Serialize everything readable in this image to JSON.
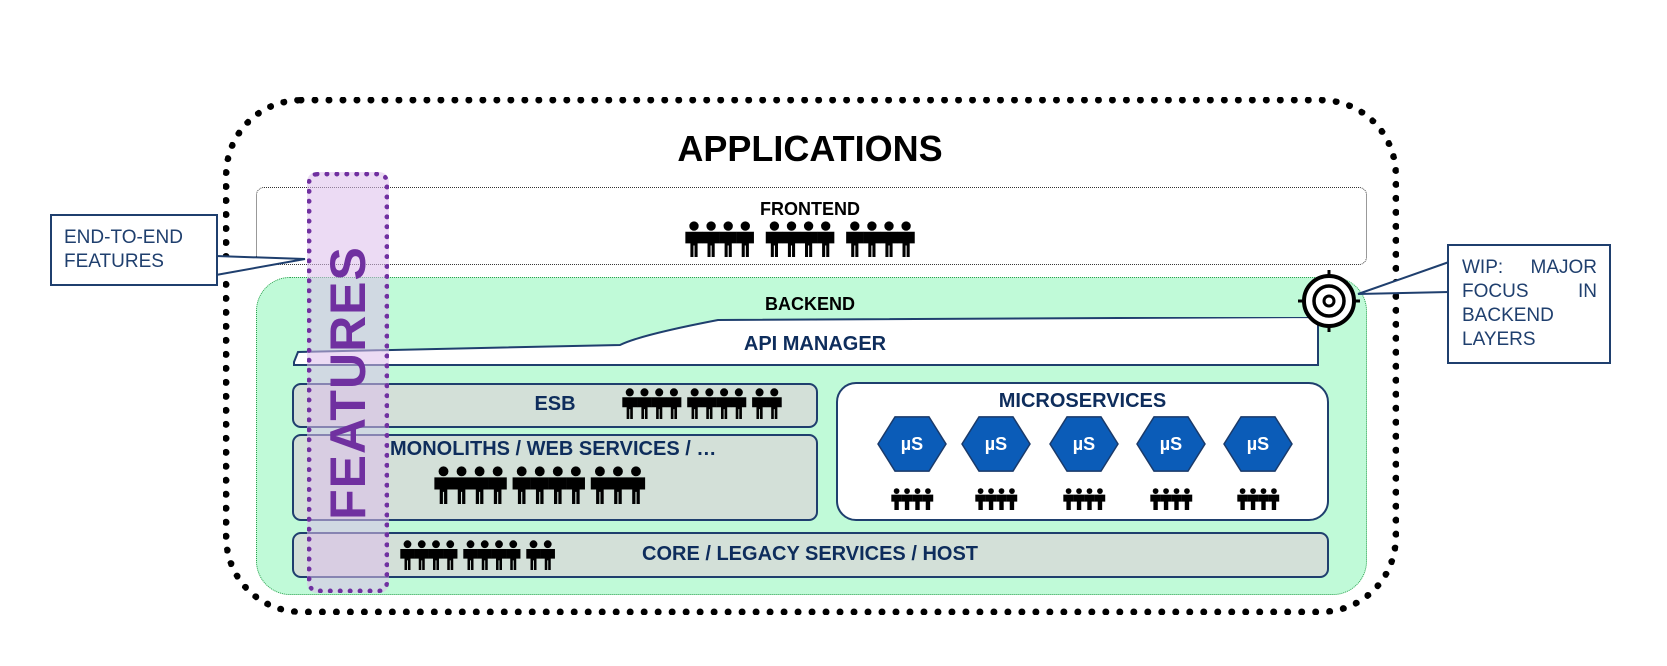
{
  "title": "APPLICATIONS",
  "frontend": {
    "label": "FRONTEND"
  },
  "backend": {
    "label": "BACKEND",
    "api_manager": "API MANAGER",
    "esb": "ESB",
    "monoliths": "MONOLITHS / WEB SERVICES / …",
    "microservices": {
      "label": "MICROSERVICES",
      "services": [
        "µS",
        "µS",
        "µS",
        "µS",
        "µS"
      ]
    },
    "core": "CORE / LEGACY SERVICES / HOST"
  },
  "features": {
    "label": "FEATURES"
  },
  "callouts": {
    "left_line1": "END-TO-END",
    "left_line2": "FEATURES",
    "right": "WIP: MAJOR FOCUS IN BACKEND LAYERS"
  },
  "icons": [
    "people-group-icon",
    "target-icon",
    "hexagon-icon"
  ],
  "colors": {
    "features": "#7030a0",
    "backend_fill": "#c0fad8",
    "layer_fill": "#d3e0d8",
    "text_navy": "#0e2d5c",
    "hexagon": "#0b5cb8"
  }
}
